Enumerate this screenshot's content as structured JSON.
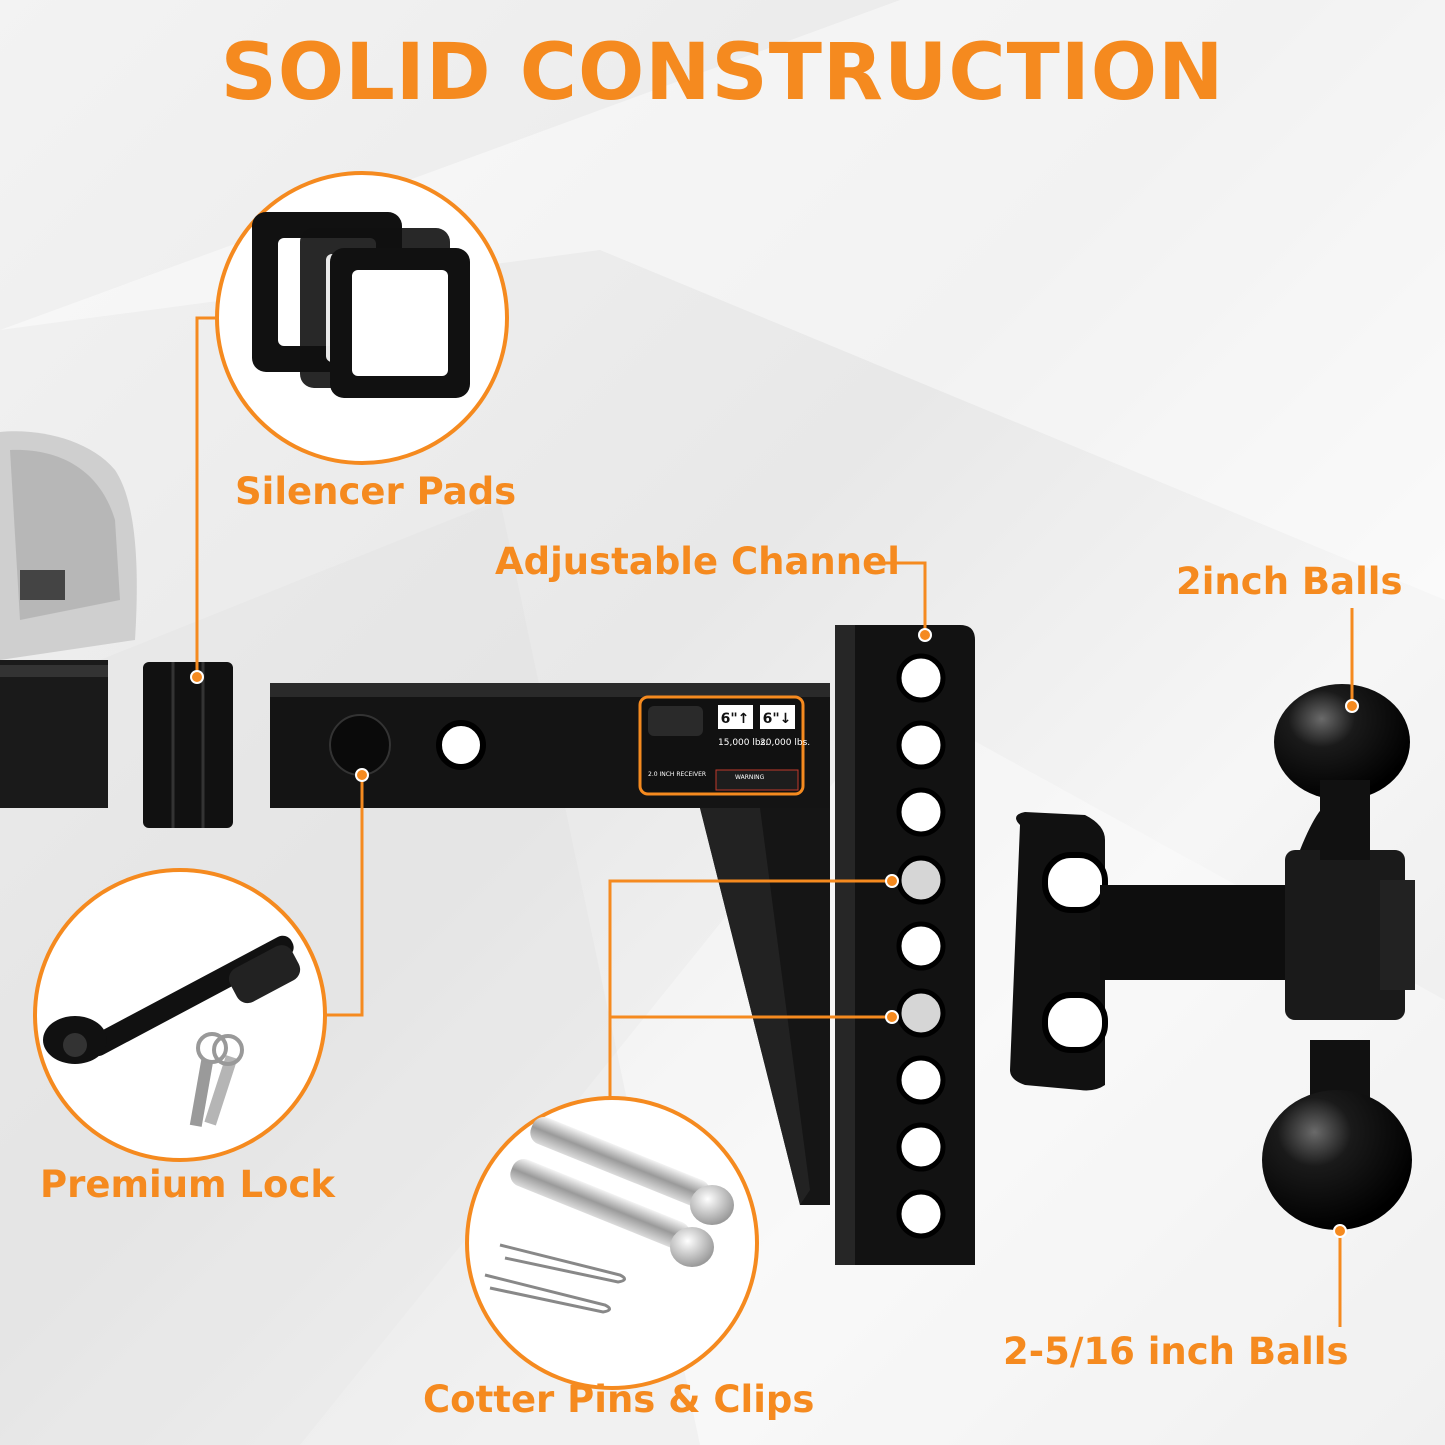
{
  "title": "SOLID CONSTRUCTION",
  "labels": {
    "silencer_pads": "Silencer Pads",
    "adjustable_channel": "Adjustable Channel",
    "two_inch_balls": "2inch Balls",
    "premium_lock": "Premium Lock",
    "large_balls": "2-5/16 inch Balls",
    "cotter_pins": "Cotter Pins & Clips"
  },
  "sticker": {
    "rise_badge": "6\"↑",
    "drop_badge": "6\"↓",
    "rating_left": "15,000 lbs.",
    "rating_right": "20,000 lbs.",
    "product_line1": "2.0 INCH RECEIVER",
    "warning": "WARNING"
  },
  "colors": {
    "accent": "#f58a1f",
    "steel": "#111111"
  }
}
